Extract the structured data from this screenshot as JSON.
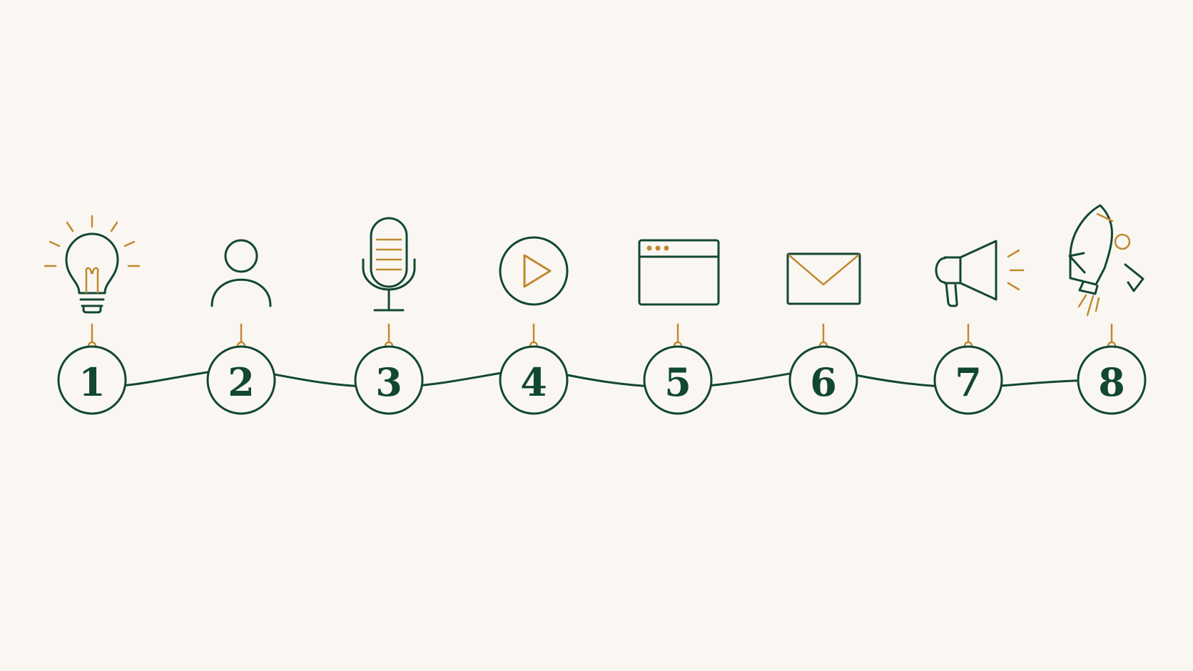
{
  "colors": {
    "background": "#faf7f2",
    "primary": "#124734",
    "accent": "#c0892f"
  },
  "steps": [
    {
      "number": "1",
      "icon": "lightbulb-icon"
    },
    {
      "number": "2",
      "icon": "user-icon"
    },
    {
      "number": "3",
      "icon": "microphone-icon"
    },
    {
      "number": "4",
      "icon": "play-button-icon"
    },
    {
      "number": "5",
      "icon": "browser-window-icon"
    },
    {
      "number": "6",
      "icon": "envelope-icon"
    },
    {
      "number": "7",
      "icon": "megaphone-icon"
    },
    {
      "number": "8",
      "icon": "rocket-icon"
    }
  ]
}
